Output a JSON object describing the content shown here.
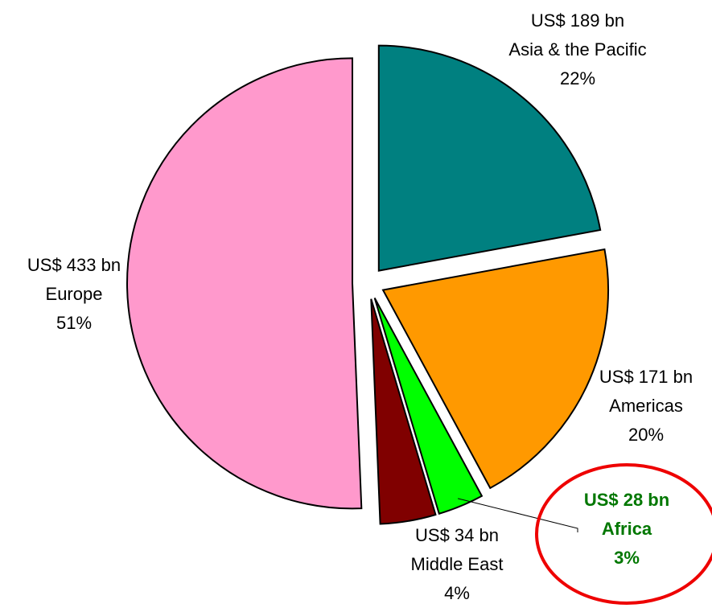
{
  "chart_data": {
    "type": "pie",
    "title": "",
    "unit": "US$ bn",
    "slices": [
      {
        "name": "Asia & the Pacific",
        "value": 189,
        "percent": 22,
        "value_label": "US$ 189 bn",
        "percent_label": "22%",
        "color": "#008080"
      },
      {
        "name": "Americas",
        "value": 171,
        "percent": 20,
        "value_label": "US$ 171 bn",
        "percent_label": "20%",
        "color": "#FF9900"
      },
      {
        "name": "Africa",
        "value": 28,
        "percent": 3,
        "value_label": "US$ 28 bn",
        "percent_label": "3%",
        "color": "#00FF00",
        "highlighted": true
      },
      {
        "name": "Middle East",
        "value": 34,
        "percent": 4,
        "value_label": "US$ 34 bn",
        "percent_label": "4%",
        "color": "#800000"
      },
      {
        "name": "Europe",
        "value": 433,
        "percent": 51,
        "value_label": "US$ 433 bn",
        "percent_label": "51%",
        "color": "#FF99CC"
      }
    ],
    "start_angle_deg": 0,
    "direction": "clockwise",
    "exploded": true,
    "legend": "none",
    "highlight_label_color": "#007700",
    "highlight_ring_color": "#EE0000"
  }
}
